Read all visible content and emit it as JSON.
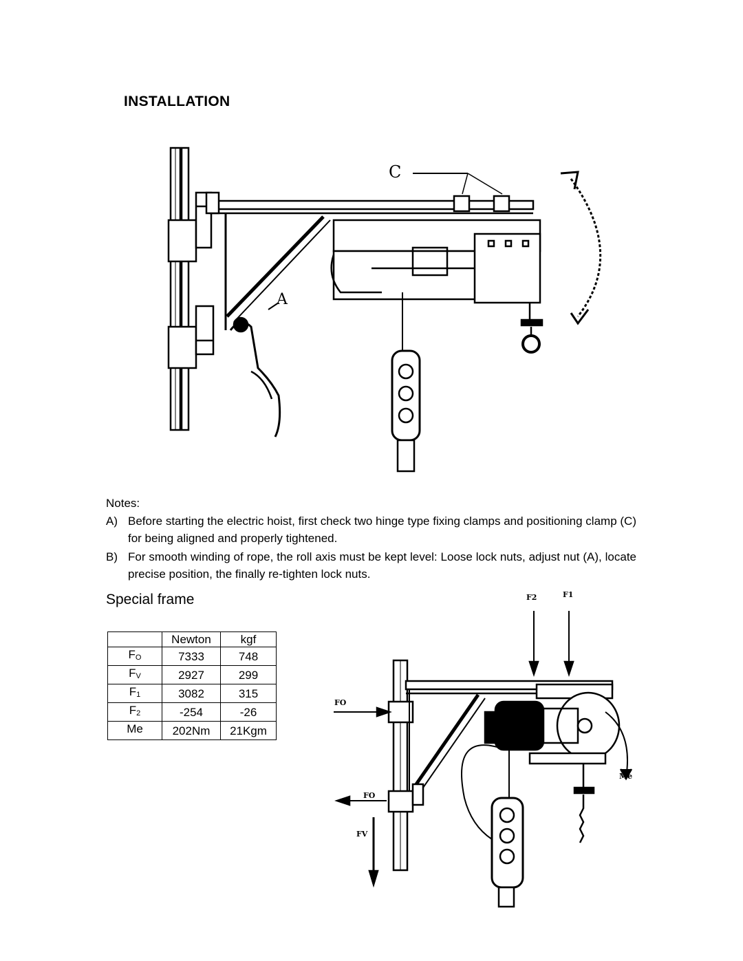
{
  "header": {
    "title": "INSTALLATION"
  },
  "figure_top": {
    "label_c": "C",
    "label_a": "A"
  },
  "notes": {
    "label": "Notes:",
    "items": [
      {
        "letter": "A)",
        "text": "Before starting the electric hoist, first check two hinge type fixing clamps and positioning clamp (C) for being aligned and properly tightened."
      },
      {
        "letter": "B)",
        "text": "For smooth winding of rope, the roll axis must be kept level: Loose lock nuts, adjust nut (A), locate precise position, the finally re-tighten lock nuts."
      }
    ]
  },
  "special_frame": {
    "title": "Special frame",
    "table": {
      "headers": [
        "",
        "Newton",
        "kgf"
      ],
      "rows": [
        {
          "sym": "F",
          "sub": "O",
          "newton": "7333",
          "kgf": "748"
        },
        {
          "sym": "F",
          "sub": "V",
          "newton": "2927",
          "kgf": "299"
        },
        {
          "sym": "F",
          "sub": "1",
          "newton": "3082",
          "kgf": "315"
        },
        {
          "sym": "F",
          "sub": "2",
          "newton": "-254",
          "kgf": "-26"
        },
        {
          "sym": "Me",
          "sub": "",
          "newton": "202Nm",
          "kgf": "21Kgm"
        }
      ]
    }
  },
  "figure_bottom": {
    "labels": {
      "f2": "F2",
      "f1": "F1",
      "fo_top": "FO",
      "fo_bottom": "FO",
      "fv": "FV",
      "me": "Me"
    }
  }
}
